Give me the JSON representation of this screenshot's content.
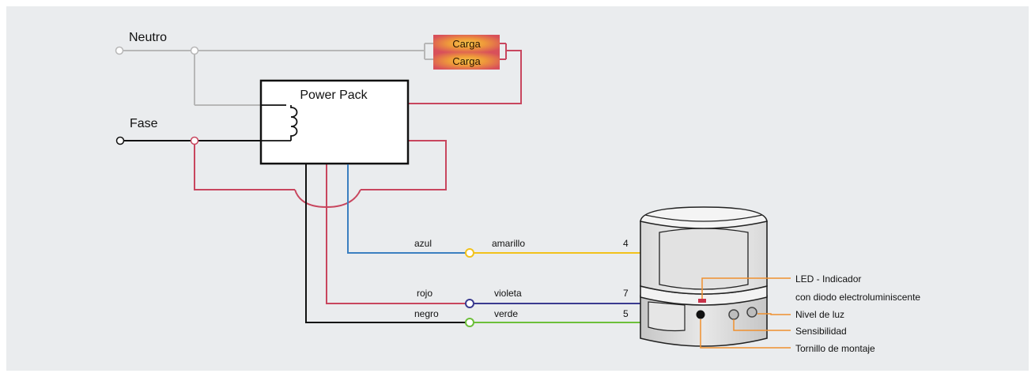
{
  "colors": {
    "background": "#eaecee",
    "neutral_wire": "#b7b7b7",
    "phase_wire": "#111111",
    "load_wire": "#c8465e",
    "blue_wire": "#3b7fc0",
    "yellow_wire": "#f2c21b",
    "violet_wire": "#3a3a8f",
    "green_wire": "#6cbf3a",
    "callout": "#f0902e",
    "led": "#c8324a"
  },
  "terminals": {
    "neutral": "Neutro",
    "phase": "Fase"
  },
  "power_pack": {
    "label": "Power Pack"
  },
  "loads": [
    {
      "label": "Carga"
    },
    {
      "label": "Carga"
    }
  ],
  "wires": [
    {
      "from_label": "azul",
      "to_label": "amarillo",
      "terminal": "4"
    },
    {
      "from_label": "rojo",
      "to_label": "violeta",
      "terminal": "7"
    },
    {
      "from_label": "negro",
      "to_label": "verde",
      "terminal": "5"
    }
  ],
  "sensor_callouts": {
    "led_line1": "LED - Indicador",
    "led_line2": "con diodo electroluminiscente",
    "light_level": "Nivel de luz",
    "sensitivity": "Sensibilidad",
    "mounting_screw": "Tornillo de montaje"
  }
}
